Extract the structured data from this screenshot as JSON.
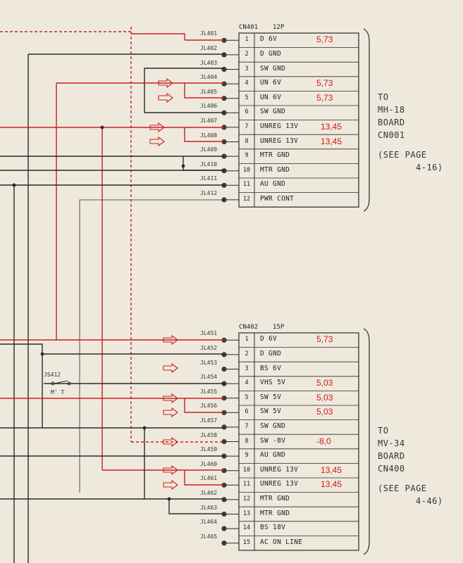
{
  "colors": {
    "red": "#c82020",
    "black": "#2a2a2a",
    "voltage": "#d01818",
    "paper": "#efe9dd"
  },
  "connector_top": {
    "name": "CN401",
    "pins_label": "12P",
    "pins": [
      {
        "jl": "JL401",
        "num": "1",
        "signal": "D 6V",
        "voltage": "5,73",
        "net": "red"
      },
      {
        "jl": "JL402",
        "num": "2",
        "signal": "D GND",
        "voltage": "",
        "net": "black"
      },
      {
        "jl": "JL403",
        "num": "3",
        "signal": "SW GND",
        "voltage": "",
        "net": "black"
      },
      {
        "jl": "JL404",
        "num": "4",
        "signal": "UN 6V",
        "voltage": "5,73",
        "net": "red"
      },
      {
        "jl": "JL405",
        "num": "5",
        "signal": "UN 6V",
        "voltage": "5,73",
        "net": "red"
      },
      {
        "jl": "JL406",
        "num": "6",
        "signal": "SW GND",
        "voltage": "",
        "net": "black"
      },
      {
        "jl": "JL407",
        "num": "7",
        "signal": "UNREG 13V",
        "voltage": "13,45",
        "net": "red"
      },
      {
        "jl": "JL408",
        "num": "8",
        "signal": "UNREG 13V",
        "voltage": "13,45",
        "net": "red"
      },
      {
        "jl": "JL409",
        "num": "9",
        "signal": "MTR GND",
        "voltage": "",
        "net": "black"
      },
      {
        "jl": "JL410",
        "num": "10",
        "signal": "MTR GND",
        "voltage": "",
        "net": "black"
      },
      {
        "jl": "JL411",
        "num": "11",
        "signal": "AU GND",
        "voltage": "",
        "net": "black"
      },
      {
        "jl": "JL412",
        "num": "12",
        "signal": "PWR CONT",
        "voltage": "",
        "net": "thin"
      }
    ],
    "destination": [
      "TO",
      "MH-18",
      "BOARD",
      "CN001"
    ],
    "see_page": [
      "(SEE PAGE",
      "4-16)"
    ]
  },
  "connector_bottom": {
    "name": "CN402",
    "pins_label": "15P",
    "pins": [
      {
        "jl": "JL451",
        "num": "1",
        "signal": "D 6V",
        "voltage": "5,73",
        "net": "red"
      },
      {
        "jl": "JL452",
        "num": "2",
        "signal": "D GND",
        "voltage": "",
        "net": "black"
      },
      {
        "jl": "JL453",
        "num": "3",
        "signal": "BS 6V",
        "voltage": "",
        "net": "none"
      },
      {
        "jl": "JL454",
        "num": "4",
        "signal": "VHS 5V",
        "voltage": "5,03",
        "net": "black"
      },
      {
        "jl": "JL455",
        "num": "5",
        "signal": "SW 5V",
        "voltage": "5,03",
        "net": "red"
      },
      {
        "jl": "JL456",
        "num": "6",
        "signal": "SW 5V",
        "voltage": "5,03",
        "net": "red"
      },
      {
        "jl": "JL457",
        "num": "7",
        "signal": "SW GND",
        "voltage": "",
        "net": "black"
      },
      {
        "jl": "JL458",
        "num": "8",
        "signal": "SW -8V",
        "voltage": "-8,0",
        "net": "reddash"
      },
      {
        "jl": "JL459",
        "num": "9",
        "signal": "AU GND",
        "voltage": "",
        "net": "black"
      },
      {
        "jl": "JL460",
        "num": "10",
        "signal": "UNREG 13V",
        "voltage": "13,45",
        "net": "red"
      },
      {
        "jl": "JL461",
        "num": "11",
        "signal": "UNREG 13V",
        "voltage": "13,45",
        "net": "red"
      },
      {
        "jl": "JL462",
        "num": "12",
        "signal": "MTR GND",
        "voltage": "",
        "net": "black"
      },
      {
        "jl": "JL463",
        "num": "13",
        "signal": "MTR GND",
        "voltage": "",
        "net": "black"
      },
      {
        "jl": "JL464",
        "num": "14",
        "signal": "BS 18V",
        "voltage": "",
        "net": "none"
      },
      {
        "jl": "JL465",
        "num": "15",
        "signal": "AC ON LINE",
        "voltage": "",
        "net": "none"
      }
    ],
    "destination": [
      "TO",
      "MV-34",
      "BOARD",
      "CN400"
    ],
    "see_page": [
      "(SEE PAGE",
      "4-46)"
    ]
  },
  "switch": {
    "name": "JS412",
    "label": "M' T"
  }
}
